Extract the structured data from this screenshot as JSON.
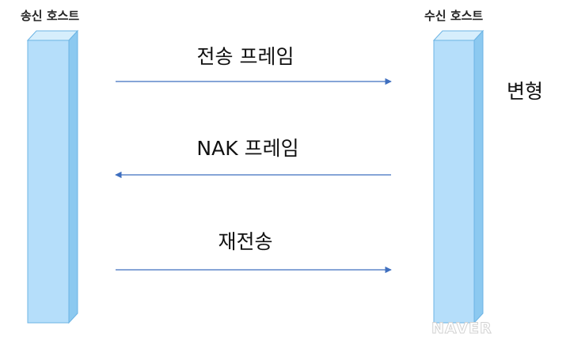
{
  "hosts": {
    "sender": "송신 호스트",
    "receiver": "수신 호스트"
  },
  "messages": [
    {
      "label": "전송 프레임",
      "direction": "right"
    },
    {
      "label": "NAK 프레임",
      "direction": "left"
    },
    {
      "label": "재전송",
      "direction": "right"
    }
  ],
  "side_note": "변형",
  "watermark": "NAVER",
  "colors": {
    "bar_front": "#b5defa",
    "bar_side": "#8cc9f0",
    "bar_edge": "#6cb4e4",
    "arrow": "#3f6fbf"
  }
}
